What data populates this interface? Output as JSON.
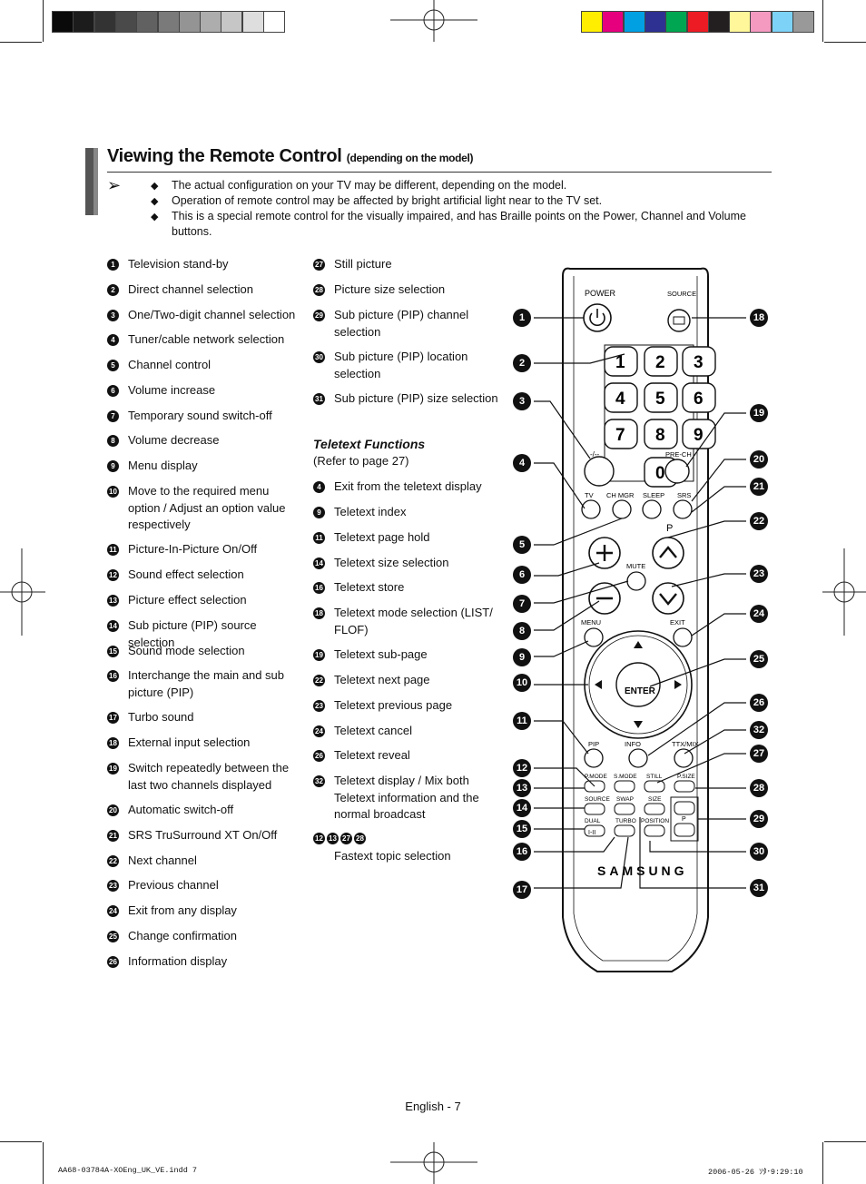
{
  "color_bar": {
    "grays": [
      "#0a0a0a",
      "#1c1c1c",
      "#333333",
      "#4a4a4a",
      "#616161",
      "#7a7a7a",
      "#949494",
      "#adadad",
      "#c6c6c6",
      "#dedede",
      "#ffffff"
    ],
    "colors": [
      "#ffee00",
      "#e6007e",
      "#00a0e3",
      "#2e3192",
      "#00a651",
      "#ed1c24",
      "#231f20",
      "#fff799",
      "#f49ac1",
      "#7dd3f7",
      "#999999"
    ]
  },
  "header": {
    "title": "Viewing the Remote Control",
    "subtitle": "(depending on the model)"
  },
  "notes": [
    "The actual configuration on your TV may be different, depending on the model.",
    "Operation of remote control may be affected by bright artificial light near to the TV set.",
    "This is a special remote control for the visually impaired, and has Braille points on the Power, Channel and Volume buttons."
  ],
  "list_left": [
    {
      "n": "1",
      "t": "Television stand-by"
    },
    {
      "n": "2",
      "t": "Direct channel selection"
    },
    {
      "n": "3",
      "t": "One/Two-digit channel selection"
    },
    {
      "n": "4",
      "t": "Tuner/cable network selection"
    },
    {
      "n": "5",
      "t": "Channel control"
    },
    {
      "n": "6",
      "t": "Volume increase"
    },
    {
      "n": "7",
      "t": "Temporary sound switch-off"
    },
    {
      "n": "8",
      "t": "Volume decrease"
    },
    {
      "n": "9",
      "t": "Menu display"
    },
    {
      "n": "10",
      "t": "Move to the required menu option / Adjust an option value respectively"
    },
    {
      "n": "11",
      "t": "Picture-In-Picture On/Off"
    },
    {
      "n": "12",
      "t": "Sound effect selection"
    },
    {
      "n": "13",
      "t": "Picture effect selection"
    },
    {
      "n": "14",
      "t": "Sub picture (PIP) source selection"
    },
    {
      "n": "15",
      "t": "Sound mode selection"
    },
    {
      "n": "16",
      "t": "Interchange the main and sub picture (PIP)"
    },
    {
      "n": "17",
      "t": "Turbo sound"
    },
    {
      "n": "18",
      "t": "External input selection"
    },
    {
      "n": "19",
      "t": "Switch repeatedly between the last two channels displayed"
    },
    {
      "n": "20",
      "t": "Automatic switch-off"
    },
    {
      "n": "21",
      "t": "SRS TruSurround XT On/Off"
    },
    {
      "n": "22",
      "t": "Next channel"
    },
    {
      "n": "23",
      "t": "Previous channel"
    },
    {
      "n": "24",
      "t": "Exit from any display"
    },
    {
      "n": "25",
      "t": "Change confirmation"
    },
    {
      "n": "26",
      "t": "Information display"
    }
  ],
  "list_mid": [
    {
      "n": "27",
      "t": "Still picture"
    },
    {
      "n": "28",
      "t": "Picture size selection"
    },
    {
      "n": "29",
      "t": "Sub picture (PIP) channel selection"
    },
    {
      "n": "30",
      "t": "Sub picture (PIP) location selection"
    },
    {
      "n": "31",
      "t": "Sub picture (PIP) size selection"
    }
  ],
  "teletext": {
    "heading": "Teletext Functions",
    "ref": "(Refer to page 27)",
    "items": [
      {
        "n": "4",
        "t": "Exit from the teletext display"
      },
      {
        "n": "9",
        "t": "Teletext index"
      },
      {
        "n": "11",
        "t": "Teletext page hold"
      },
      {
        "n": "14",
        "t": "Teletext size selection"
      },
      {
        "n": "16",
        "t": "Teletext store"
      },
      {
        "n": "18",
        "t": "Teletext mode selection (LIST/ FLOF)"
      },
      {
        "n": "19",
        "t": "Teletext sub-page"
      },
      {
        "n": "22",
        "t": "Teletext next page"
      },
      {
        "n": "23",
        "t": "Teletext previous page"
      },
      {
        "n": "24",
        "t": "Teletext cancel"
      },
      {
        "n": "26",
        "t": "Teletext reveal"
      },
      {
        "n": "32",
        "t": "Teletext display / Mix both Teletext information and the normal broadcast"
      }
    ],
    "fastext_nums": [
      "12",
      "13",
      "27",
      "28"
    ],
    "fastext_label": "Fastext topic selection"
  },
  "remote": {
    "power": "POWER",
    "source": "SOURCE",
    "digits": [
      "1",
      "2",
      "3",
      "4",
      "5",
      "6",
      "7",
      "8",
      "9",
      "0"
    ],
    "dash": "-/--",
    "prech": "PRE-CH",
    "tv": "TV",
    "chmgr": "CH MGR",
    "sleep": "SLEEP",
    "srs": "SRS",
    "p": "P",
    "mute": "MUTE",
    "menu": "MENU",
    "exit": "EXIT",
    "enter": "ENTER",
    "pip": "PIP",
    "info": "INFO",
    "ttx": "TTX/MIX",
    "pmode": "P.MODE",
    "smode": "S.MODE",
    "still": "STILL",
    "psize": "P.SIZE",
    "source2": "SOURCE",
    "swap": "SWAP",
    "size": "SIZE",
    "dual": "DUAL",
    "turbo": "TURBO",
    "position": "POSITION",
    "dual_sym": "I-II",
    "brand": "SAMSUNG",
    "callouts_left": [
      "1",
      "2",
      "3",
      "4",
      "5",
      "6",
      "7",
      "8",
      "9",
      "10",
      "11",
      "12",
      "13",
      "14",
      "15",
      "16",
      "17"
    ],
    "callouts_right": [
      "18",
      "19",
      "20",
      "21",
      "22",
      "23",
      "24",
      "25",
      "26",
      "32",
      "27",
      "28",
      "29",
      "30",
      "31"
    ]
  },
  "footer": {
    "page": "English - 7",
    "file": "AA68-03784A-XOEng_UK_VE.indd   7",
    "stamp": "2006-05-26   ｿﾀ･9:29:10"
  }
}
